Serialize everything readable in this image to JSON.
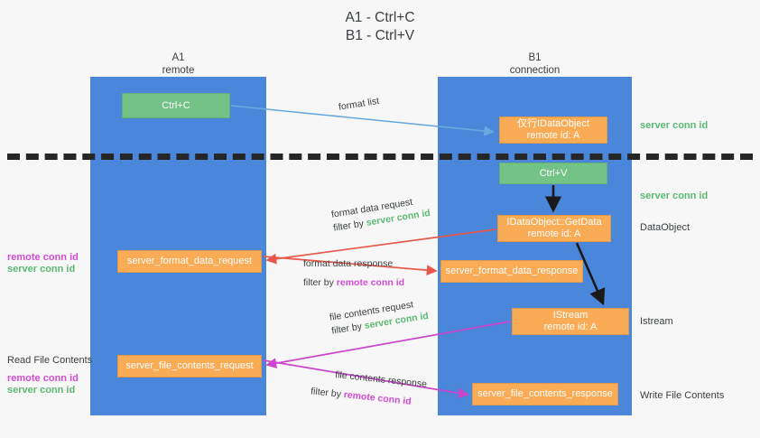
{
  "title": {
    "line1": "A1 - Ctrl+C",
    "line2": "B1 - Ctrl+V"
  },
  "lanes": [
    {
      "name": "A1",
      "subtitle": "remote",
      "color": "#4a86da"
    },
    {
      "name": "B1",
      "subtitle": "connection",
      "color": "#4a86da"
    }
  ],
  "nodes": {
    "ctrl_c": {
      "label": "Ctrl+C",
      "color": "#73c286"
    },
    "ctrl_v": {
      "label": "Ctrl+V",
      "color": "#73c286"
    },
    "idataobject": {
      "label": "仅行IDataObject",
      "sub": "remote id: A",
      "color": "#f9ab55"
    },
    "getdata": {
      "label": "IDataObject::GetData",
      "sub": "remote id: A",
      "color": "#f9ab55"
    },
    "istream": {
      "label": "IStream",
      "sub": "remote id: A",
      "color": "#f9ab55"
    },
    "server_format_data_request": {
      "label": "server_format_data_request",
      "color": "#f9ab55"
    },
    "server_format_data_response": {
      "label": "server_format_data_response",
      "color": "#f9ab55"
    },
    "server_file_contents_request": {
      "label": "server_file_contents_request",
      "color": "#f9ab55"
    },
    "server_file_contents_response": {
      "label": "server_file_contents_response",
      "color": "#f9ab55"
    }
  },
  "edges": {
    "format_list": {
      "label": "format list"
    },
    "format_data_request": {
      "label": "format data request",
      "filter_prefix": "filter by ",
      "filter_value": "server conn id",
      "filter_color": "#5bb974"
    },
    "format_data_response": {
      "label": "format data response",
      "filter_prefix": "filter by ",
      "filter_value": "remote conn id",
      "filter_color": "#d24bd2"
    },
    "file_contents_request": {
      "label": "file contents request",
      "filter_prefix": "filter by ",
      "filter_value": "server conn id",
      "filter_color": "#5bb974"
    },
    "file_contents_response": {
      "label": "file contents response",
      "filter_prefix": "filter by ",
      "filter_value": "remote conn id",
      "filter_color": "#d24bd2"
    }
  },
  "right_annotations": [
    {
      "text": "server conn id",
      "style": "green"
    },
    {
      "text": "server conn id",
      "style": "green"
    },
    {
      "text": "DataObject",
      "style": "plain"
    },
    {
      "text": "Istream",
      "style": "plain"
    },
    {
      "text": "Write File Contents",
      "style": "plain"
    }
  ],
  "left_annotations": [
    {
      "text": "remote conn id",
      "style": "pink"
    },
    {
      "text": "server conn id",
      "style": "green"
    },
    {
      "text": "Read File Contents",
      "style": "plain"
    },
    {
      "text": "remote conn id",
      "style": "pink"
    },
    {
      "text": "server conn id",
      "style": "green"
    }
  ],
  "colors": {
    "lane": "#4a86da",
    "green_node": "#73c286",
    "orange_node": "#f9ab55",
    "green_text": "#5bb974",
    "pink_text": "#d24bd2",
    "arrow_blue": "#6aa9e0",
    "arrow_red": "#e8574a",
    "arrow_magenta": "#cc44cc",
    "arrow_black": "#1a1a1a",
    "divider": "#262626",
    "background": "#f7f7f7"
  }
}
